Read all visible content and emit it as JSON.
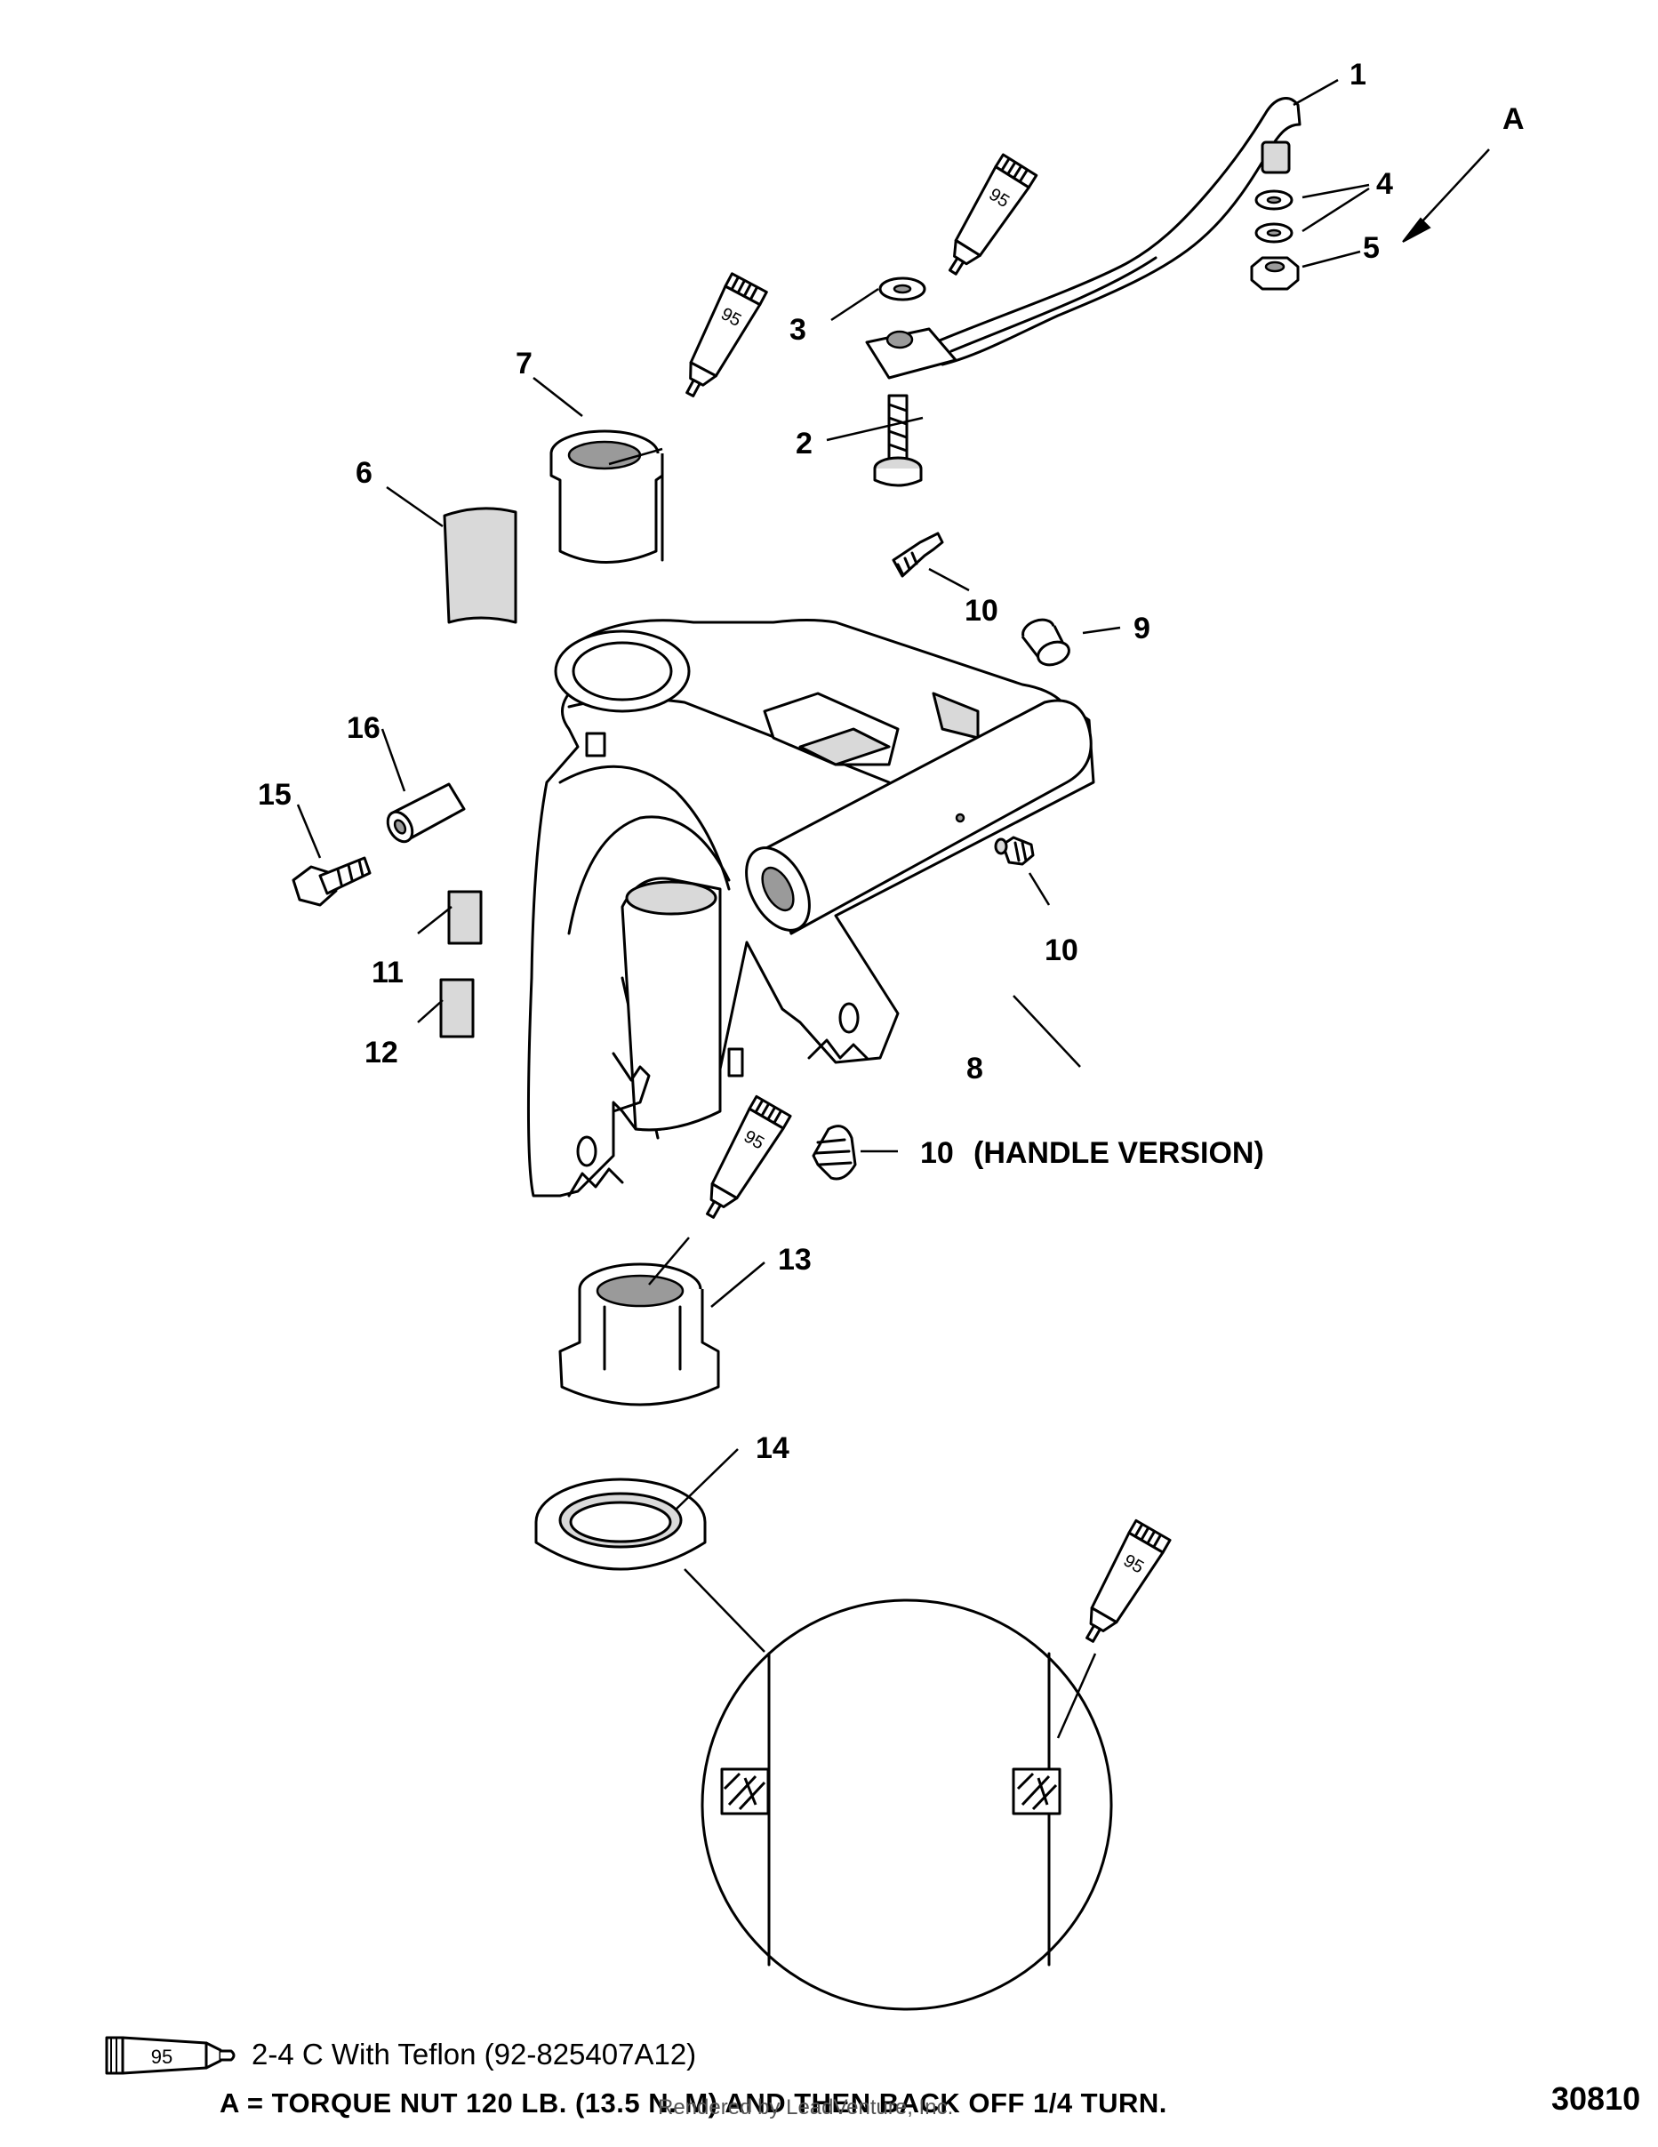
{
  "callouts": {
    "c1": "1",
    "c2": "2",
    "c3": "3",
    "c4": "4",
    "c5": "5",
    "c6": "6",
    "c7": "7",
    "c8": "8",
    "c9": "9",
    "c10a": "10",
    "c10b": "10",
    "c10c": "10",
    "c11": "11",
    "c12": "12",
    "c13": "13",
    "c14": "14",
    "c15": "15",
    "c16": "16",
    "handle_version": "(HANDLE VERSION)",
    "view_a": "A"
  },
  "sealant_tube_label": "95",
  "legend": {
    "tube_label": "95",
    "description": "2-4 C With Teflon (92-825407A12)"
  },
  "notes": {
    "torque": "A = TORQUE NUT 120 LB. (13.5 N. M) AND THEN BACK OFF 1/4 TURN."
  },
  "figure_number": "30810",
  "watermark": "Rendered by LeadVenture, Inc."
}
